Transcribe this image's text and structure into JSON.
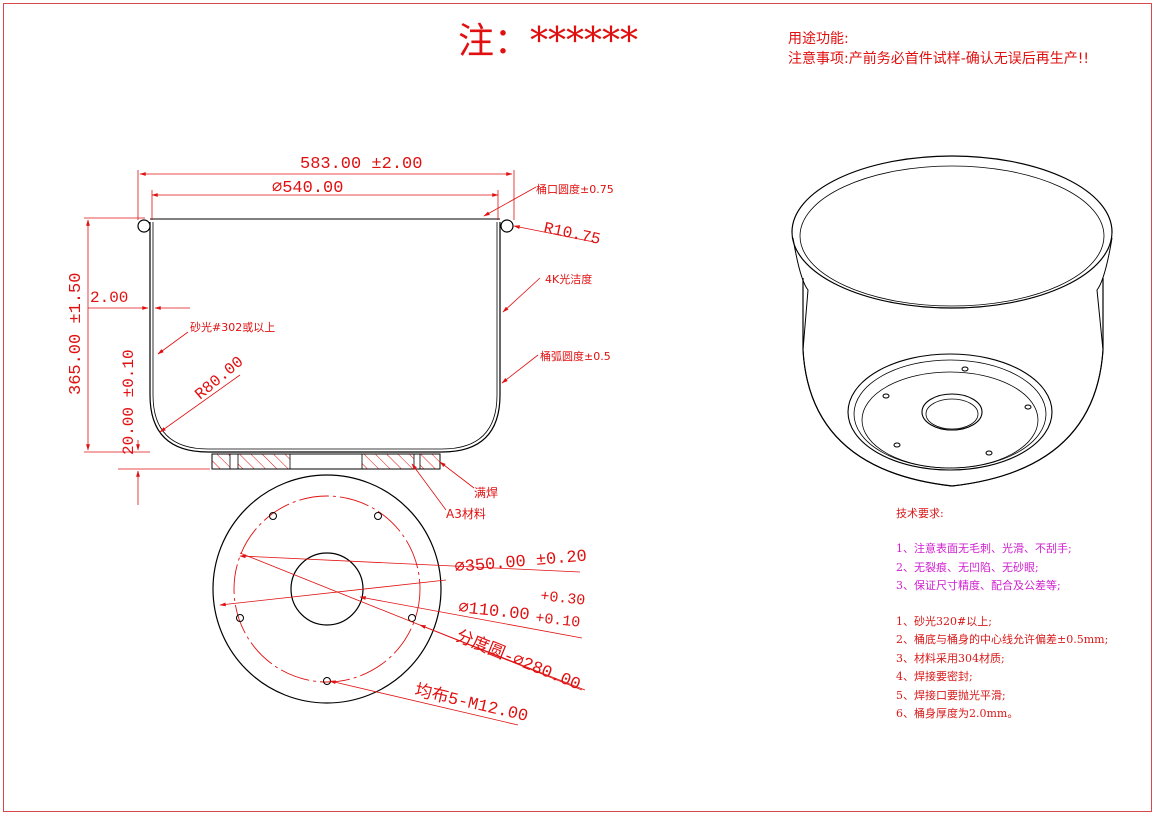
{
  "title": "注：******",
  "notes": {
    "usage": "用途功能:",
    "caution": "注意事项:产前务必首件试样-确认无误后再生产!!"
  },
  "dimensions": {
    "overall_width": "583.00 ±2.00",
    "inner_diameter": "∅540.00",
    "total_height": "365.00 ±1.50",
    "wall_thickness": "2.00",
    "base_height": "20.00 ±0.10",
    "rim_radius": "R10.75",
    "corner_radius": "R80.00",
    "base_diameter": "∅350.00 ±0.20",
    "hole_diameter": "∅110.00",
    "hole_tol_upper": "+0.30",
    "hole_tol_lower": "+0.10",
    "pitch_circle": "分度圆-∅280.00",
    "thread_holes": "均布5-M12.00"
  },
  "callouts": {
    "rim_roundness": "桶口圆度±0.75",
    "finish_4k": "4K光洁度",
    "sanding_302": "砂光#302或以上",
    "arc_roundness": "桶弧圆度±0.5",
    "full_weld": "满焊",
    "a3_material": "A3材料"
  },
  "requirements": {
    "title": "技术要求:",
    "group1": [
      "1、注意表面无毛刺、光滑、不刮手;",
      "2、无裂痕、无凹陷、无砂眼;",
      "3、保证尺寸精度、配合及公差等;"
    ],
    "group2": [
      "1、砂光320#以上;",
      "2、桶底与桶身的中心线允许偏差±0.5mm;",
      "3、材料采用304材质;",
      "4、焊接要密封;",
      "5、焊接口要抛光平滑;",
      "6、桶身厚度为2.0mm。"
    ]
  },
  "colors": {
    "dimension": "#e01010",
    "outline": "#000000",
    "requirement_red": "#d81a1a",
    "requirement_magenta": "#d020d0"
  }
}
